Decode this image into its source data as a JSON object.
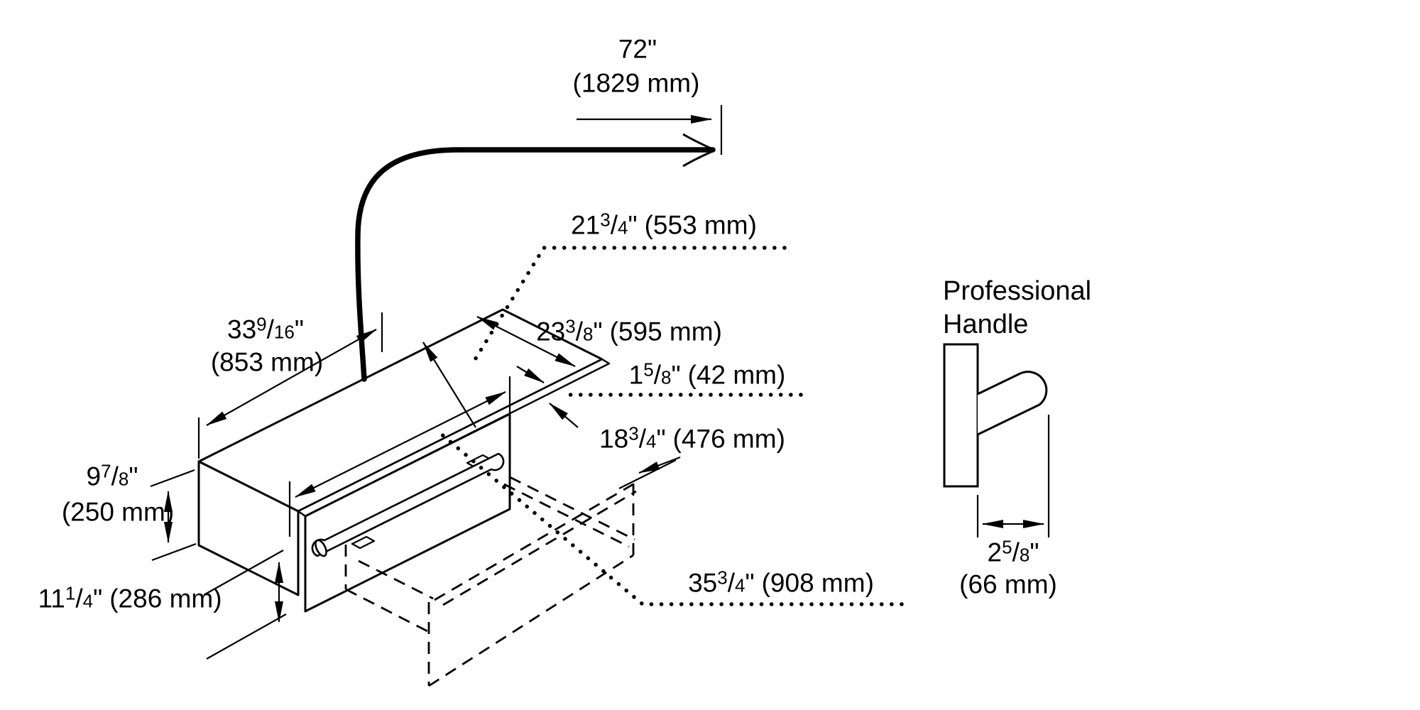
{
  "colors": {
    "ink": "#000000",
    "bg": "#ffffff"
  },
  "syms": {
    "slash": "/",
    "inch": "\""
  },
  "labels": {
    "cord_length_in": "72",
    "cord_length_mm": "(1829 mm)",
    "top_depth_553": {
      "w": "21",
      "n": "3",
      "d": "4",
      "mm": "(553 mm)"
    },
    "width_853": {
      "w": "33",
      "n": "9",
      "d": "16",
      "mm": "(853 mm)"
    },
    "depth_595": {
      "w": "23",
      "n": "3",
      "d": "8",
      "mm": "(595 mm)"
    },
    "panel_gap_42": {
      "w": "1",
      "n": "5",
      "d": "8",
      "mm": "(42 mm)"
    },
    "inner_width_476": {
      "w": "18",
      "n": "3",
      "d": "4",
      "mm": "(476 mm)"
    },
    "height_250": {
      "w": "9",
      "n": "7",
      "d": "8",
      "mm": "(250 mm)"
    },
    "panel_height_286": {
      "w": "11",
      "n": "1",
      "d": "4",
      "mm": "(286 mm)"
    },
    "cutout_width_908": {
      "w": "35",
      "n": "3",
      "d": "4",
      "mm": "(908 mm)"
    },
    "handle_depth_66": {
      "w": "2",
      "n": "5",
      "d": "8",
      "mm": "(66 mm)"
    },
    "handle_title_1": "Professional",
    "handle_title_2": "Handle"
  }
}
